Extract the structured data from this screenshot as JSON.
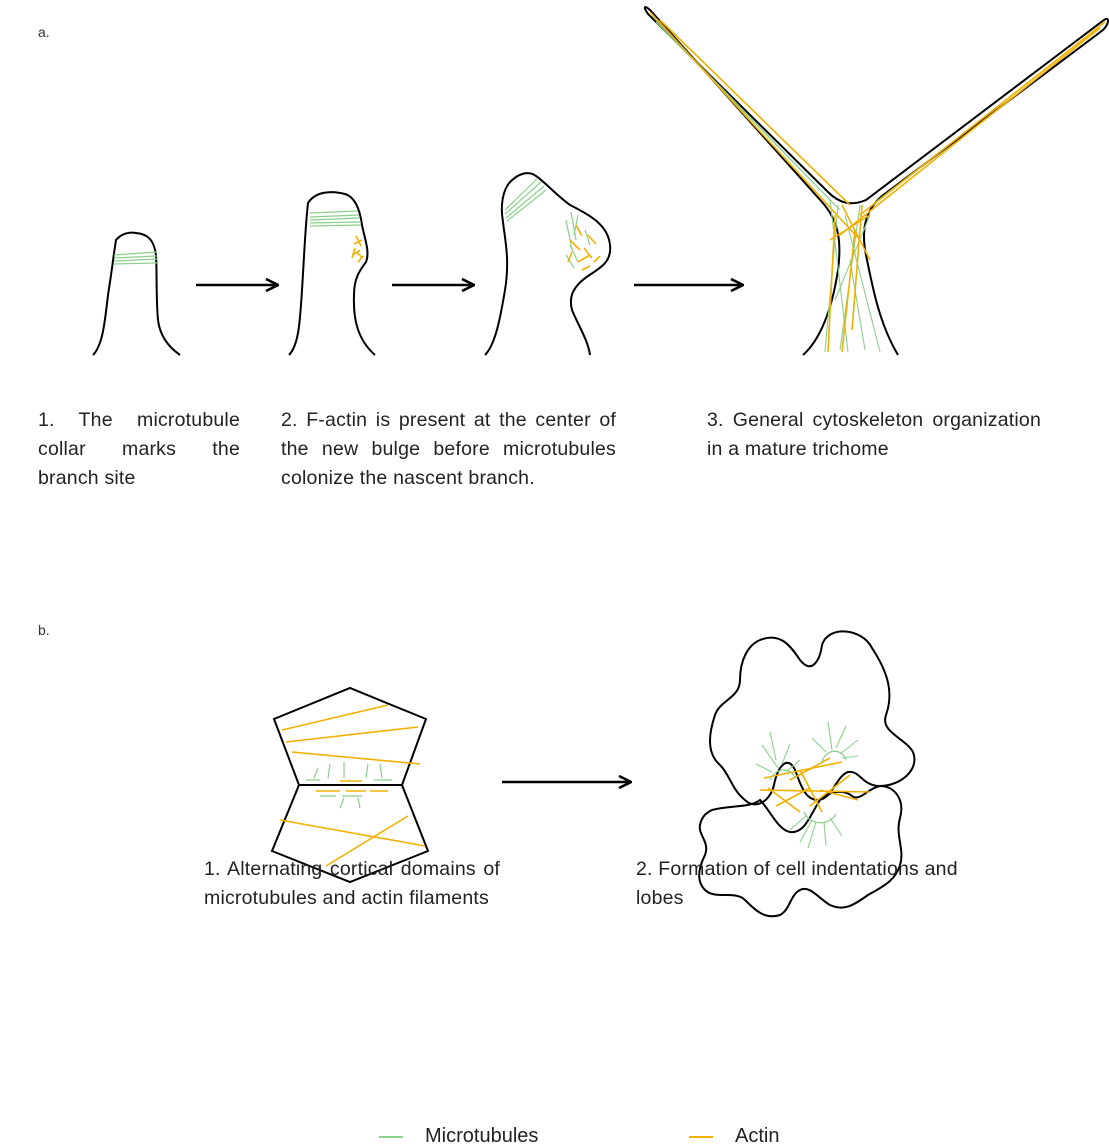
{
  "colors": {
    "microtubule": "#8ccf8c",
    "actin": "#f2b100",
    "outline": "#000000"
  },
  "panel_a": {
    "label": "a.",
    "captions": [
      "1. The microtubule collar marks the branch site",
      "2. F-actin is present at the center of the new bulge before microtubules colonize the nascent branch.",
      "3. General cytoskeleton organization in a mature trichome"
    ]
  },
  "panel_b": {
    "label": "b.",
    "captions": [
      "1. Alternating cortical domains of microtubules and actin filaments",
      "2. Formation of cell indentations and lobes"
    ]
  },
  "legend": [
    {
      "name": "Microtubules",
      "color": "#8ccf8c"
    },
    {
      "name": "Actin",
      "color": "#f2b100"
    }
  ],
  "icons": [
    "arrow-right-icon"
  ]
}
